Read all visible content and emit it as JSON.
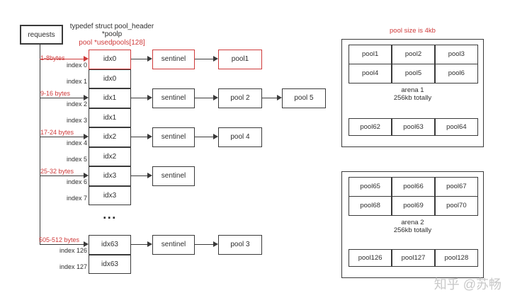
{
  "palette": {
    "accent_red": "#cf3a3a",
    "ink": "#3a3a3a",
    "watermark_gray": "#c8c8c8"
  },
  "requests": {
    "label": "requests"
  },
  "struct_note": {
    "line1": "typedef struct pool_header",
    "line2": "*poolp",
    "line3": "pool *usedpools[128]"
  },
  "pool_size_note": "pool size is 4kb",
  "ellipsis": "...",
  "usedpools_rows": [
    {
      "index": "index 0",
      "cell": "idx0",
      "size": "1-8bytes",
      "highlight": true,
      "chain": [
        {
          "label": "sentinel",
          "highlight": true
        },
        {
          "label": "pool1",
          "highlight": true
        }
      ]
    },
    {
      "index": "index 1",
      "cell": "idx0"
    },
    {
      "index": "index 2",
      "cell": "idx1",
      "size": "9-16 bytes",
      "chain": [
        {
          "label": "sentinel"
        },
        {
          "label": "pool 2"
        },
        {
          "label": "pool 5"
        }
      ]
    },
    {
      "index": "index 3",
      "cell": "idx1"
    },
    {
      "index": "index 4",
      "cell": "idx2",
      "size": "17-24 bytes",
      "chain": [
        {
          "label": "sentinel"
        },
        {
          "label": "pool 4"
        }
      ]
    },
    {
      "index": "index 5",
      "cell": "idx2"
    },
    {
      "index": "index 6",
      "cell": "idx3",
      "size": "25-32 bytes",
      "chain": [
        {
          "label": "sentinel"
        }
      ]
    },
    {
      "index": "index 7",
      "cell": "idx3"
    },
    {
      "index": "index 126",
      "cell": "idx63",
      "size": "505-512 bytes",
      "chain": [
        {
          "label": "sentinel"
        },
        {
          "label": "pool 3"
        }
      ]
    },
    {
      "index": "index 127",
      "cell": "idx63"
    }
  ],
  "arenas": [
    {
      "title": "arena 1",
      "subtitle": "256kb totally",
      "top_cells": [
        "pool1",
        "pool2",
        "pool3",
        "pool4",
        "pool5",
        "pool6"
      ],
      "bottom_cells": [
        "pool62",
        "pool63",
        "pool64"
      ]
    },
    {
      "title": "arena 2",
      "subtitle": "256kb totally",
      "top_cells": [
        "pool65",
        "pool66",
        "pool67",
        "pool68",
        "pool69",
        "pool70"
      ],
      "bottom_cells": [
        "pool126",
        "pool127",
        "pool128"
      ]
    }
  ],
  "watermark": "知乎 @苏畅"
}
